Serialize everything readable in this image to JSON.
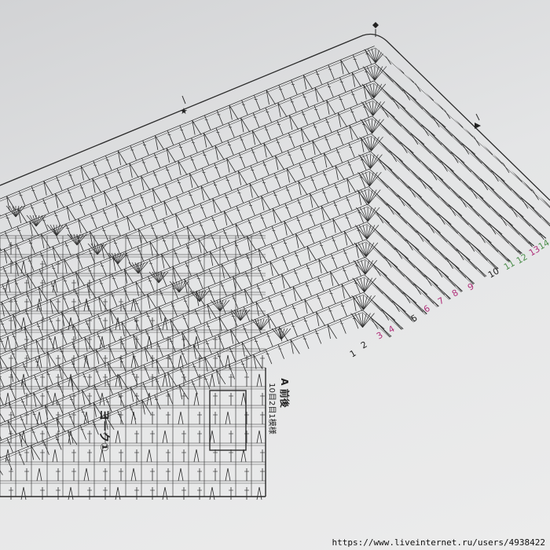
{
  "labels": {
    "section": "ヨーク①",
    "part_a": "A 前後",
    "note": "10目2目1模様"
  },
  "row_numbers": {
    "black": [
      "1",
      "2",
      "5",
      "10"
    ],
    "handwritten": [
      "3",
      "4",
      "6",
      "7",
      "8",
      "9",
      "11",
      "12",
      "13",
      "14"
    ]
  },
  "markers": {
    "top": "◆",
    "left": "★",
    "right": "▲"
  },
  "colors": {
    "ink": "#2b2b2b",
    "paper": "#e0e1e2",
    "handwritten_pink": "#b0307a",
    "handwritten_green": "#4d8f4d"
  },
  "watermark": "https://www.liveinternet.ru/users/4938422"
}
